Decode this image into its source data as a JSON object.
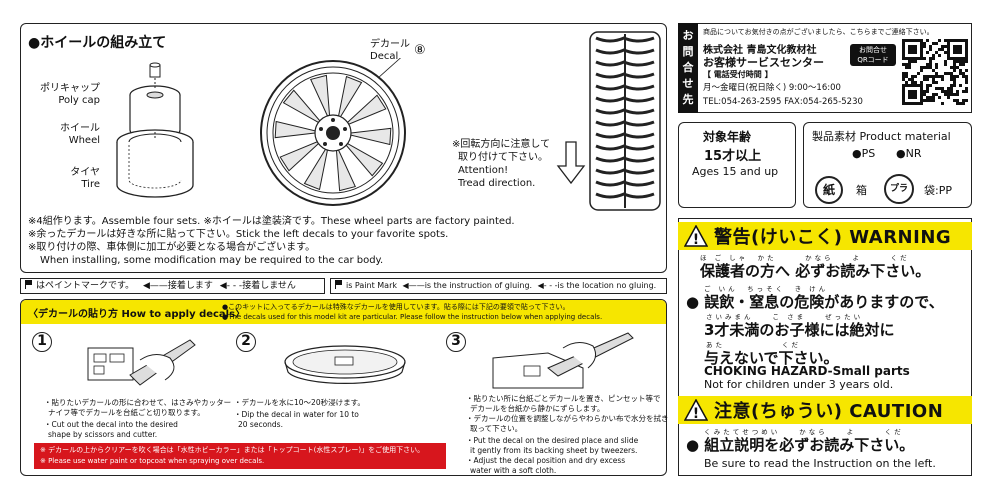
{
  "assembly": {
    "title": "●ホイールの組み立て",
    "polycap_jp": "ポリキャップ",
    "polycap_en": "Poly cap",
    "wheel_jp": "ホイール",
    "wheel_en": "Wheel",
    "tire_jp": "タイヤ",
    "tire_en": "Tire",
    "decal_jp": "デカール",
    "decal_en": "Decal",
    "decal_num": "⑧",
    "tread_jp1": "※回転方向に注意して",
    "tread_jp2": "取り付けて下さい。",
    "tread_en1": "Attention!",
    "tread_en2": "Tread direction.",
    "note1": "※4組作ります。Assemble four sets. ※ホイールは塗装済です。These wheel parts are factory painted.",
    "note2": "※余ったデカールは好きな所に貼って下さい。Stick the left decals to your favorite spots.",
    "note3": "※取り付けの際、車体側に加工が必要となる場合がございます。",
    "note4": "When installing, some modification may be required to the car body."
  },
  "legend_jp": {
    "paint": "はペイントマークです。",
    "glue": "接着します",
    "noglue": "接着しません"
  },
  "legend_en": {
    "paint": "is Paint Mark",
    "glue": "is the instruction of gluing.",
    "noglue": "is the location no gluing."
  },
  "decal_howto": {
    "title": "〈デカールの貼り方 How to apply decals〉",
    "notice_jp": "●このキットに入ってるデカールは特殊なデカールを使用しています。貼る際には下記の要領で貼って下さい。",
    "notice_en": "●The decals used for this model kit are particular. Please follow the instruction below when applying decals.",
    "step1_num": "1",
    "step1_jp1": "・貼りたいデカールの形に合わせて、はさみやカッター",
    "step1_jp2": "ナイフ等でデカールを台紙ごと切り取ります。",
    "step1_en1": "・Cut out the decal into the desired",
    "step1_en2": "shape by scissors and cutter.",
    "step2_num": "2",
    "step2_jp": "・デカールを水に10〜20秒浸けます。",
    "step2_en1": "・Dip the decal in water for 10 to",
    "step2_en2": "20 seconds.",
    "step3_num": "3",
    "step3_jp1": "・貼りたい所に台紙ごとデカールを置き、ピンセット等で",
    "step3_jp2": "デカールを台紙から静かにずらします。",
    "step3_jp3": "・デカールの位置を調整しながらやわらかい布で水分を拭き",
    "step3_jp4": "取って下さい。",
    "step3_en1": "・Put the decal on the desired place and slide",
    "step3_en2": "it gently from its backing sheet by tweezers.",
    "step3_en3": "・Adjust the decal position and dry excess",
    "step3_en4": "water with a soft cloth.",
    "paint_note_jp": "※ デカールの上からクリアーを吹く場合は「水性ホビーカラー」または「トップコート(水性スプレー)」をご使用下さい。",
    "paint_note_en": "※ Please use water paint or topcoat when spraying over decals."
  },
  "contact": {
    "side": [
      "お",
      "問",
      "合",
      "せ",
      "先"
    ],
    "intro": "商品についてお気付きの点がございましたら、こちらまでご連絡下さい。",
    "company": "株式会社 青島文化教材社",
    "center": "お客様サービスセンター",
    "qr_label1": "お問合せ",
    "qr_label2": "QRコード",
    "hours_label": "【 電話受付時間 】",
    "hours": "月〜金曜日(祝日除く) 9:00〜16:00",
    "phone": "TEL:054-263-2595 FAX:054-265-5230"
  },
  "age": {
    "title_jp": "対象年齢",
    "age_jp": "15才以上",
    "age_en": "Ages 15 and up"
  },
  "material": {
    "title": "製品素材 Product material",
    "ps": "●PS",
    "nr": "●NR",
    "box_label": "箱",
    "bag_label": "袋:PP",
    "paper_mark": "紙",
    "plastic_mark": "プラ"
  },
  "warning": {
    "title": "警告(けいこく) WARNING",
    "ruby1": "ほ ご しゃ　かた　　　かなら　　よ　　　くだ",
    "line1": "保護者の方へ 必ずお読み下さい。",
    "ruby2": "ご いん　ちっそく　き けん",
    "line2": "● 誤飲・窒息の危険がありますので、",
    "ruby3": "さいみまん　　こ さま　　ぜったい",
    "line3": "3才未満のお子様には絶対に",
    "ruby4": "あた　　　　　　くだ",
    "line4": "与えないで下さい。",
    "choking_en": "CHOKING HAZARD-Small parts",
    "not_for": "Not for children under 3 years old."
  },
  "caution": {
    "title": "注意(ちゅうい) CAUTION",
    "ruby": "くみたてせつめい　　かなら　　よ　　　くだ",
    "line1": "● 組立説明を必ずお読み下さい。",
    "line_en": "Be sure to read the Instruction on the left."
  },
  "colors": {
    "warning_yellow": "#f6e600",
    "accent_red": "#d7161d",
    "howto_yellow": "#f6e600"
  }
}
